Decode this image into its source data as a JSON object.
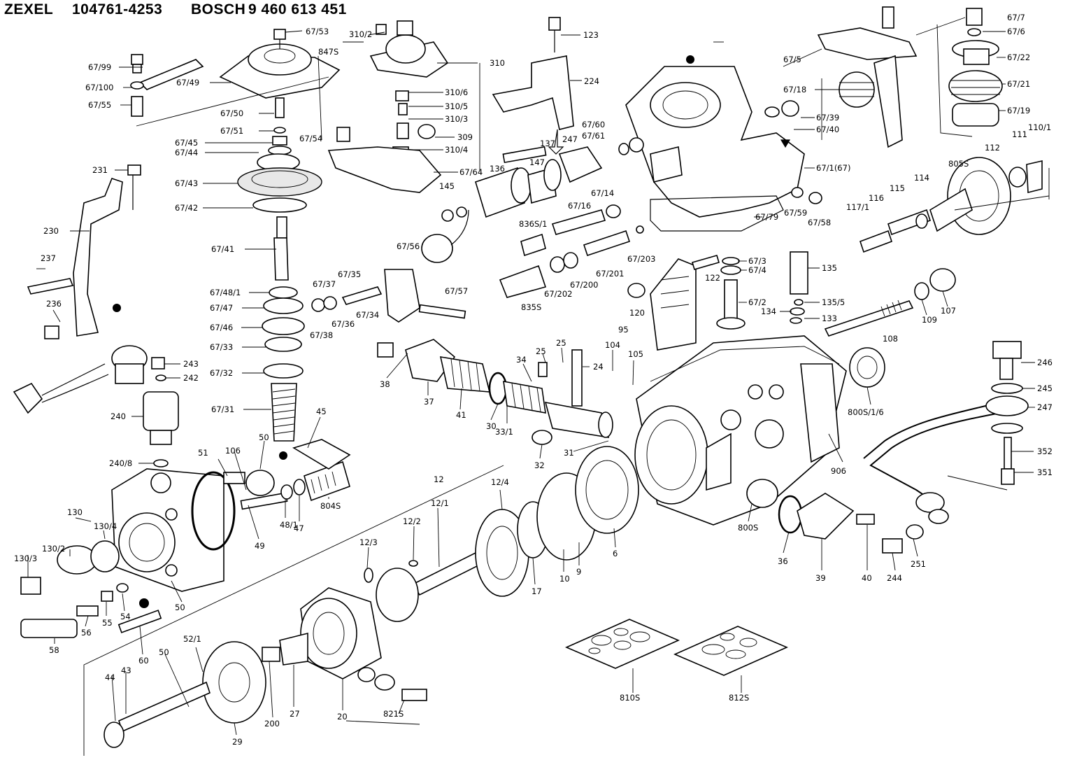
{
  "header": {
    "brand1": "ZEXEL",
    "part1": "104761-4253",
    "brand2": "BOSCH",
    "part2": "9 460 613 451"
  },
  "callouts": {
    "c67_53": "67/53",
    "c310_2": "310/2",
    "c847s": "847S",
    "c310": "310",
    "c310_6": "310/6",
    "c310_5": "310/5",
    "c310_3": "310/3",
    "c309": "309",
    "c310_4": "310/4",
    "c67_64": "67/64",
    "c123": "123",
    "c224": "224",
    "c67_99": "67/99",
    "c67_100": "67/100",
    "c67_55": "67/55",
    "c67_49": "67/49",
    "c67_50": "67/50",
    "c67_51": "67/51",
    "c67_45": "67/45",
    "c67_44": "67/44",
    "c67_54": "67/54",
    "c67_43": "67/43",
    "c67_42": "67/42",
    "c231": "231",
    "c230": "230",
    "c237": "237",
    "c236": "236",
    "c67_41": "67/41",
    "c67_48_1": "67/48/1",
    "c67_47": "67/47",
    "c67_46": "67/46",
    "c67_33": "67/33",
    "c67_32": "67/32",
    "c67_31": "67/31",
    "c67_37": "67/37",
    "c67_35": "67/35",
    "c67_36": "67/36",
    "c67_34": "67/34",
    "c67_38": "67/38",
    "c67_56": "67/56",
    "c67_57": "67/57",
    "c145": "145",
    "c136": "136",
    "c147": "147",
    "c137": "137",
    "c247a": "247",
    "c67_60": "67/60",
    "c67_61": "67/61",
    "c67_14": "67/14",
    "c67_16": "67/16",
    "c836s_1": "836S/1",
    "c835s": "835S",
    "c67_202": "67/202",
    "c67_200": "67/200",
    "c67_201": "67/201",
    "c67_203": "67/203",
    "c67_79": "67/79",
    "c67_59": "67/59",
    "c67_58": "67/58",
    "c67_1": "67/1(67)",
    "c67_39": "67/39",
    "c67_40": "67/40",
    "c67_18": "67/18",
    "c67_5": "67/5",
    "c67_7": "67/7",
    "c67_6": "67/6",
    "c67_22": "67/22",
    "c67_21": "67/21",
    "c67_19": "67/19",
    "c112": "112",
    "c805s": "805S",
    "c111": "111",
    "c110_1": "110/1",
    "c114": "114",
    "c115": "115",
    "c116": "116",
    "c117_1": "117/1",
    "c135": "135",
    "c135_5": "135/5",
    "c134": "134",
    "c133": "133",
    "c67_3": "67/3",
    "c67_4": "67/4",
    "c67_2": "67/2",
    "c122": "122",
    "c120": "120",
    "c95": "95",
    "c107": "107",
    "c109": "109",
    "c108": "108",
    "c246": "246",
    "c245": "245",
    "c247b": "247",
    "c352": "352",
    "c351": "351",
    "c243": "243",
    "c242": "242",
    "c240": "240",
    "c240_8": "240/8",
    "c51": "51",
    "c106": "106",
    "c50a": "50",
    "c45": "45",
    "c38": "38",
    "c37": "37",
    "c41": "41",
    "c34": "34",
    "c25a": "25",
    "c25b": "25",
    "c24": "24",
    "c104": "104",
    "c105": "105",
    "c30": "30",
    "c33_1": "33/1",
    "c32": "32",
    "c31": "31",
    "c800s_1_6": "800S/1/6",
    "c906": "906",
    "c800s": "800S",
    "c36": "36",
    "c39": "39",
    "c40": "40",
    "c244": "244",
    "c251": "251",
    "c130": "130",
    "c130_4": "130/4",
    "c130_2": "130/2",
    "c130_3": "130/3",
    "c49": "49",
    "c48_1": "48/1",
    "c47": "47",
    "c804s": "804S",
    "c50b": "50",
    "c54": "54",
    "c55": "55",
    "c56": "56",
    "c58": "58",
    "c60": "60",
    "c12": "12",
    "c12_4": "12/4",
    "c12_1": "12/1",
    "c12_2": "12/2",
    "c12_3": "12/3",
    "c17": "17",
    "c10": "10",
    "c9": "9",
    "c6": "6",
    "c52_1": "52/1",
    "c50c": "50",
    "c44": "44",
    "c43": "43",
    "c29": "29",
    "c200": "200",
    "c27": "27",
    "c20": "20",
    "c821s": "821S",
    "c810s": "810S",
    "c812s": "812S"
  }
}
